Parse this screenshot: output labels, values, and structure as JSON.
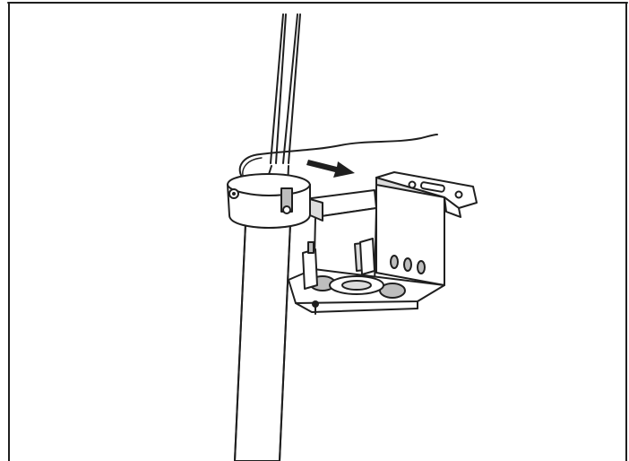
{
  "figure": {
    "parts": [
      {
        "id": "pole",
        "label": ""
      },
      {
        "id": "antenna-wires",
        "label": ""
      },
      {
        "id": "pole-clamp",
        "label": ""
      },
      {
        "id": "mounting-bracket",
        "label": ""
      },
      {
        "id": "cable",
        "label": ""
      },
      {
        "id": "direction-arrow",
        "label": ""
      }
    ],
    "colors": {
      "line": "#1f1f1f",
      "background": "#ffffff",
      "shade": "#bdbdbd",
      "light_shade": "#dcdcdc"
    },
    "icons": {
      "arrow": "right-arrow-icon"
    }
  }
}
